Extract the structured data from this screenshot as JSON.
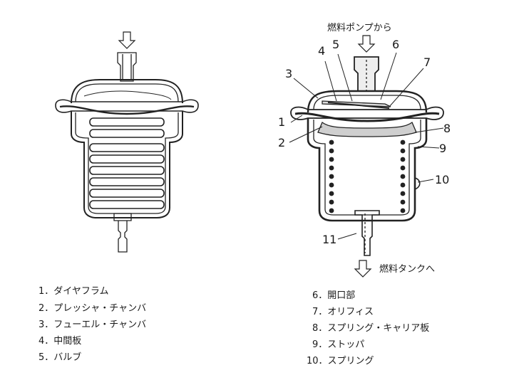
{
  "annotations": {
    "from_pump": "燃料ポンプから",
    "to_tank": "燃料タンクへ"
  },
  "callouts": [
    "1",
    "2",
    "3",
    "4",
    "5",
    "6",
    "7",
    "8",
    "9",
    "10",
    "11"
  ],
  "legend": [
    "1．ダイヤフラム",
    "2．プレッシャ・チャンバ",
    "3．フューエル・チャンバ",
    "4．中間板",
    "5．バルブ",
    "6．開口部",
    "7．オリフィス",
    "8．スプリング・キャリア板",
    "9．ストッパ",
    "10．スプリング"
  ]
}
